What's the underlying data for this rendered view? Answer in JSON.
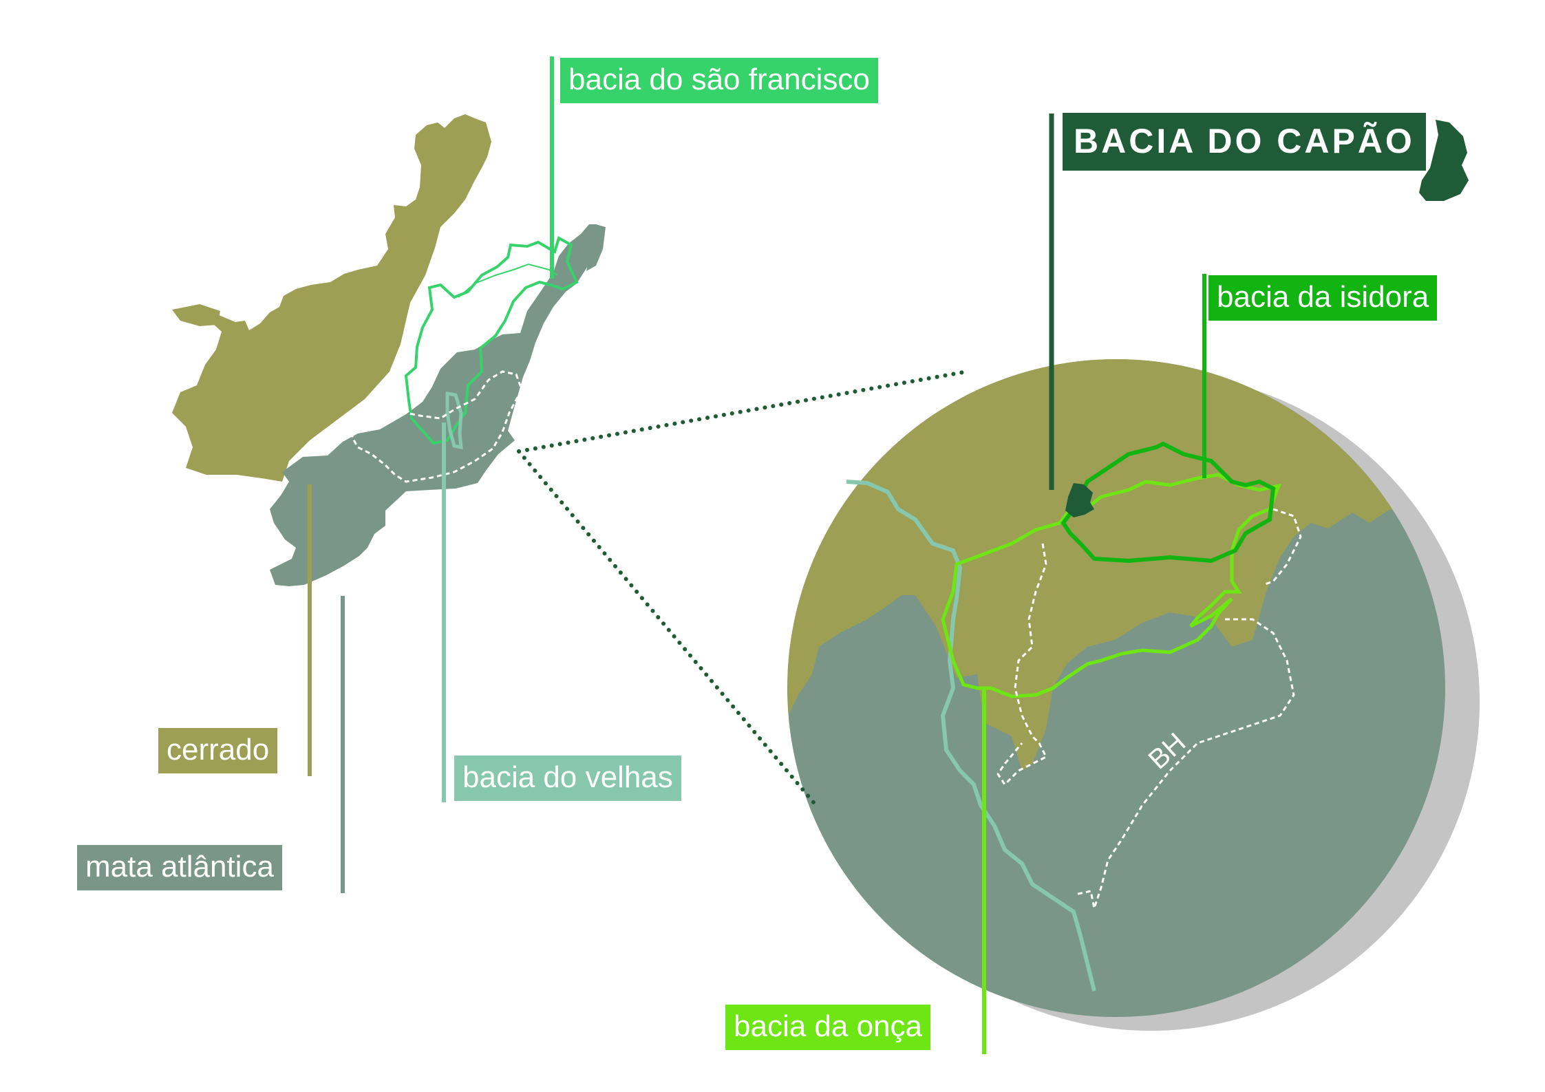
{
  "colors": {
    "cerrado": "#9d9f55",
    "mata_atlantica": "#7a9688",
    "bacia_sao_francisco": "#36d36b",
    "bacia_capao": "#1e5b36",
    "bacia_isidora": "#12b412",
    "bacia_velhas": "#86c7ad",
    "bacia_onca": "#6ee614",
    "circle_shadow": "#c4c4c4",
    "bh_border": "#ffffff"
  },
  "labels": {
    "bacia_sao_francisco": "bacia do são francisco",
    "bacia_capao": "BACIA DO CAPÃO",
    "bacia_isidora": "bacia da isidora",
    "cerrado": "cerrado",
    "bacia_velhas": "bacia do velhas",
    "mata_atlantica": "mata atlântica",
    "bacia_onca": "bacia da onça",
    "bh": "BH"
  }
}
